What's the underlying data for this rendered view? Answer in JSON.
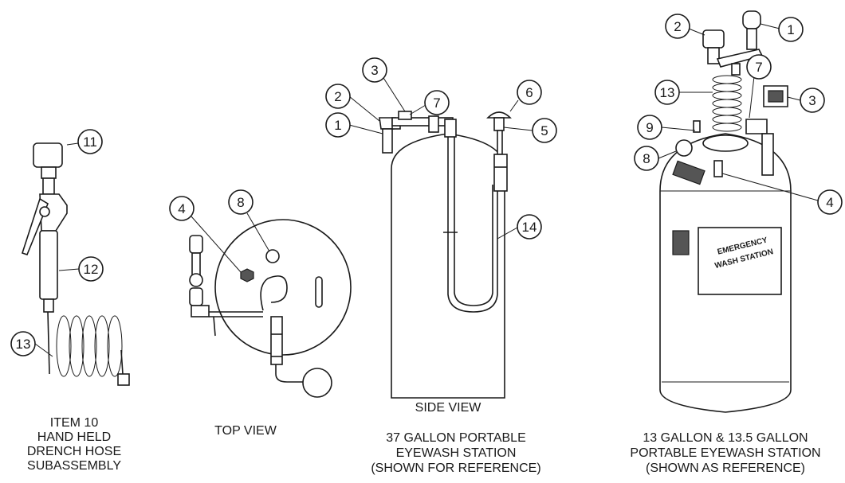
{
  "drench_hose": {
    "captions": [
      "ITEM 10",
      "HAND HELD",
      "DRENCH HOSE",
      "SUBASSEMBLY"
    ],
    "callouts": [
      "11",
      "12",
      "13"
    ]
  },
  "top_view": {
    "caption": "TOP VIEW",
    "callouts": [
      "4",
      "8"
    ]
  },
  "side_view": {
    "view_label": "SIDE VIEW",
    "captions": [
      "37 GALLON PORTABLE",
      "EYEWASH STATION",
      "(SHOWN FOR REFERENCE)"
    ],
    "callouts": [
      "3",
      "2",
      "7",
      "1",
      "6",
      "5",
      "14"
    ]
  },
  "station_13": {
    "captions": [
      "13 GALLON & 13.5 GALLON",
      "PORTABLE EYEWASH STATION",
      "(SHOWN AS REFERENCE)"
    ],
    "callouts": [
      "2",
      "1",
      "7",
      "13",
      "3",
      "9",
      "8",
      "4"
    ],
    "label_lines": [
      "EMERGENCY",
      "WASH STATION"
    ]
  }
}
